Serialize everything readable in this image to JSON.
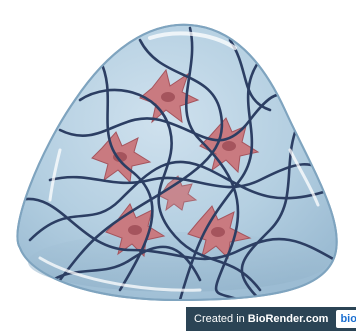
{
  "illustration": {
    "gel_fill": "#b4cfe1",
    "gel_stroke": "#7fa4bf",
    "fiber_color": "#2c3e63",
    "cell_color": "#c97a80",
    "cell_dark": "#a5545d",
    "highlight_color": "#ffffff",
    "cell_count": 6
  },
  "watermark": {
    "prefix": "Created in",
    "brand": "BioRender.com",
    "badge": "bio"
  }
}
